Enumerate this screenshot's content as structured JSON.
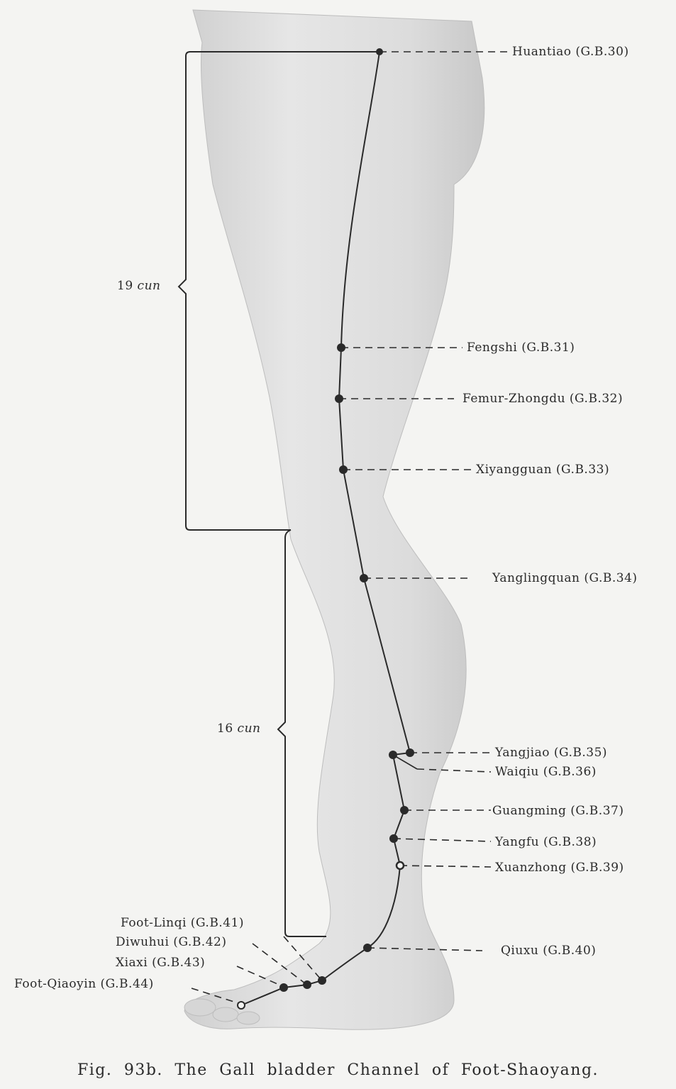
{
  "caption": "Fig. 93b.  The Gall bladder Channel of Foot-Shaoyang.",
  "measurements": [
    {
      "id": "upper",
      "label_number": "19",
      "label_unit": "cun"
    },
    {
      "id": "lower",
      "label_number": "16",
      "label_unit": "cun"
    }
  ],
  "points": [
    {
      "id": "gb30",
      "label": "Huantiao (G.B.30)"
    },
    {
      "id": "gb31",
      "label": "Fengshi (G.B.31)"
    },
    {
      "id": "gb32",
      "label": "Femur-Zhongdu (G.B.32)"
    },
    {
      "id": "gb33",
      "label": "Xiyangguan (G.B.33)"
    },
    {
      "id": "gb34",
      "label": "Yanglingquan (G.B.34)"
    },
    {
      "id": "gb35",
      "label": "Yangjiao (G.B.35)"
    },
    {
      "id": "gb36",
      "label": "Waiqiu (G.B.36)"
    },
    {
      "id": "gb37",
      "label": "Guangming (G.B.37)"
    },
    {
      "id": "gb38",
      "label": "Yangfu (G.B.38)"
    },
    {
      "id": "gb39",
      "label": "Xuanzhong (G.B.39)"
    },
    {
      "id": "gb40",
      "label": "Qiuxu (G.B.40)"
    },
    {
      "id": "gb41",
      "label": "Foot-Linqi (G.B.41)"
    },
    {
      "id": "gb42",
      "label": "Diwuhui (G.B.42)"
    },
    {
      "id": "gb43",
      "label": "Xiaxi (G.B.43)"
    },
    {
      "id": "gb44",
      "label": "Foot-Qiaoyin (G.B.44)"
    }
  ],
  "colors": {
    "background": "#f4f4f2",
    "skin": "#dedede",
    "ink": "#2a2a2a"
  }
}
